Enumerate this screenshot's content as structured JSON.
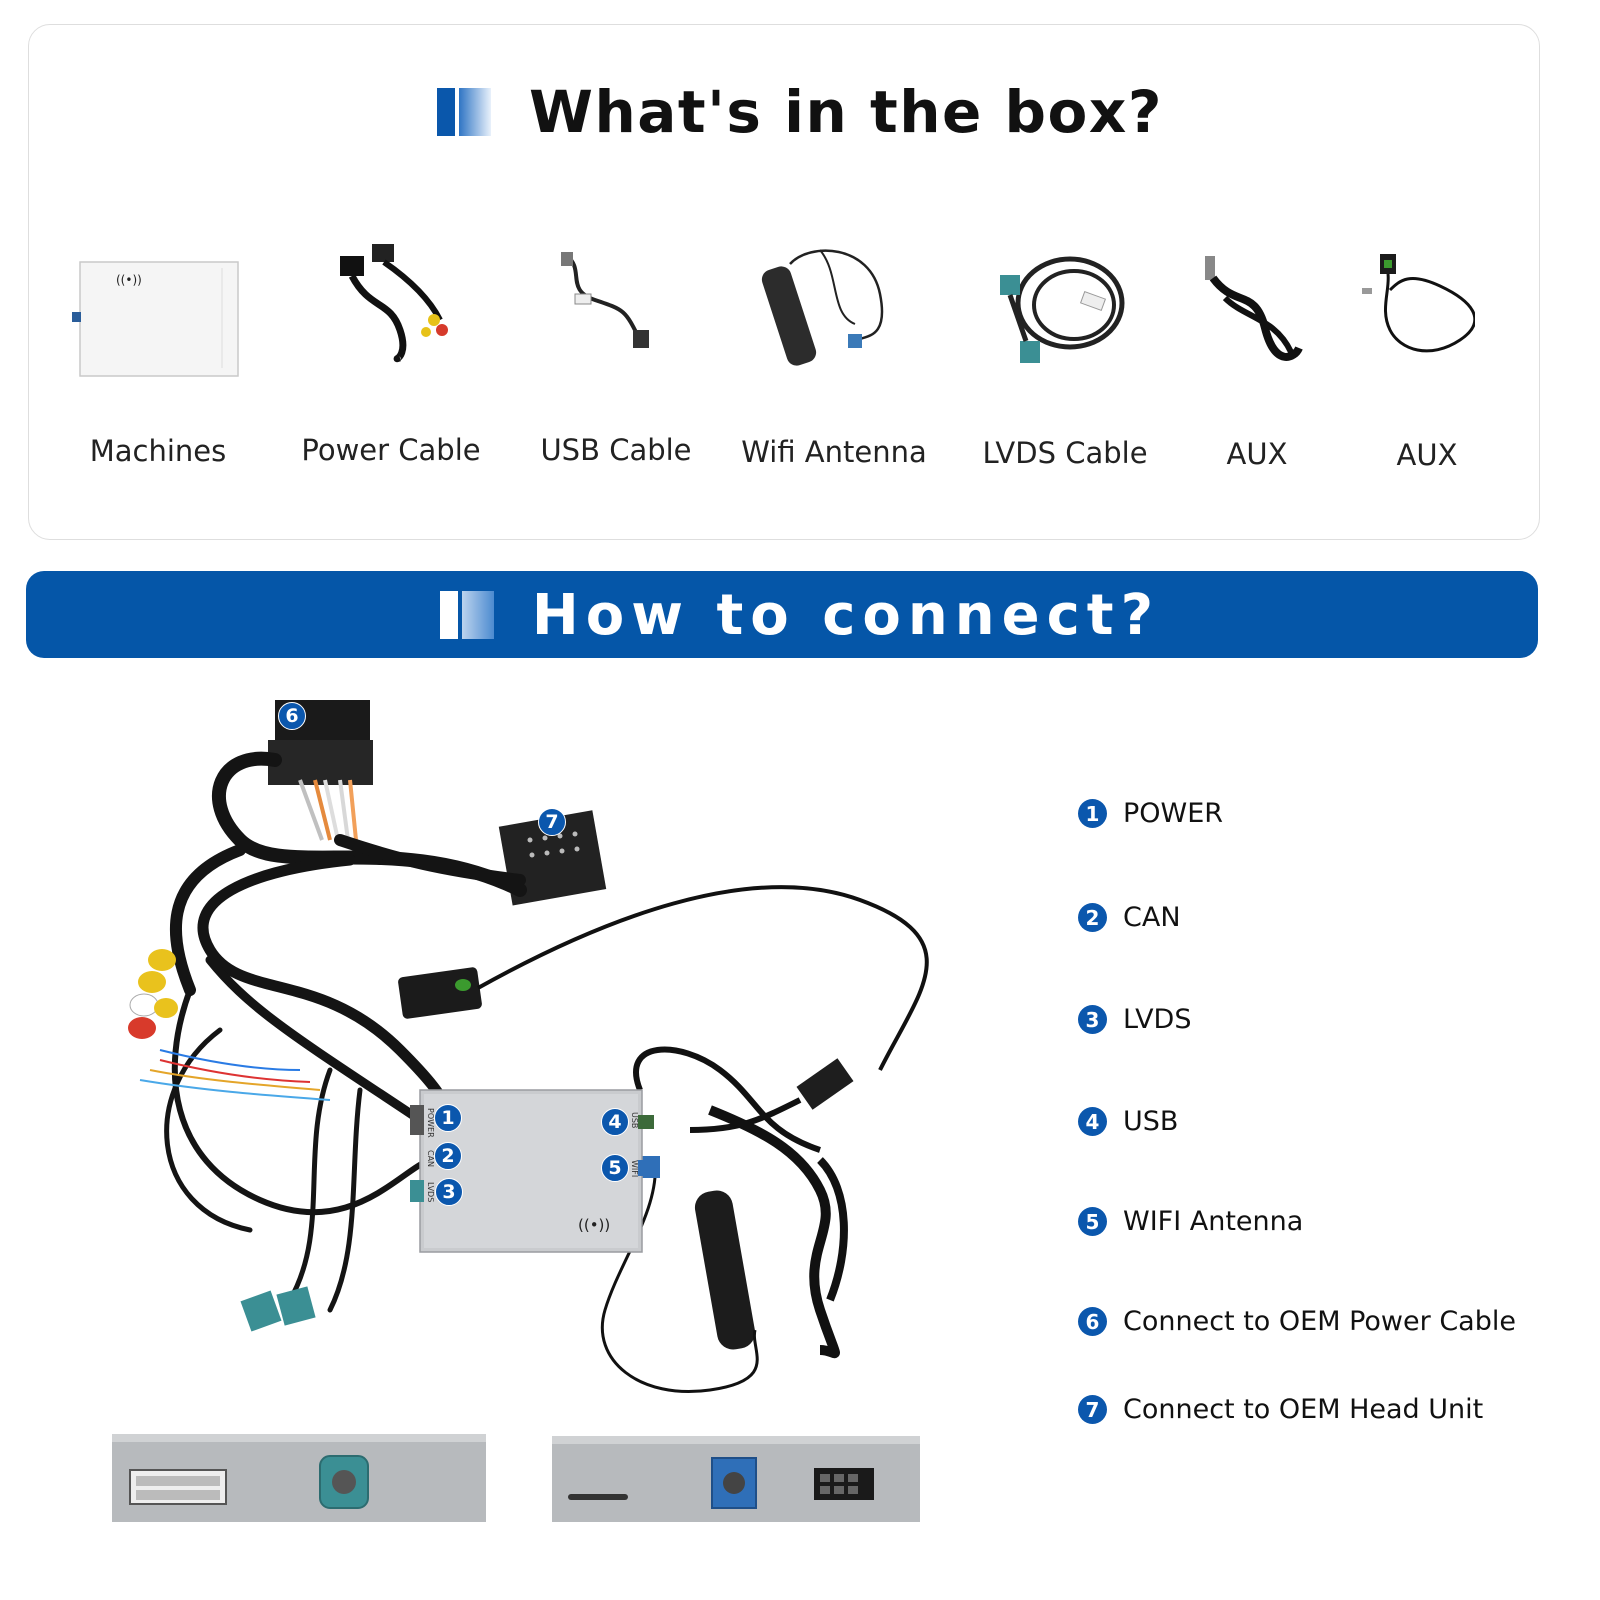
{
  "box_section": {
    "title": "What's in the box?",
    "items": [
      {
        "label": "Machines"
      },
      {
        "label": "Power Cable"
      },
      {
        "label": "USB Cable"
      },
      {
        "label": "Wifi Antenna"
      },
      {
        "label": "LVDS Cable"
      },
      {
        "label": "AUX"
      },
      {
        "label": "AUX"
      }
    ]
  },
  "connect_section": {
    "title": "How to connect?",
    "legend": [
      {
        "num": "1",
        "text": "POWER"
      },
      {
        "num": "2",
        "text": "CAN"
      },
      {
        "num": "3",
        "text": "LVDS"
      },
      {
        "num": "4",
        "text": "USB"
      },
      {
        "num": "5",
        "text": "WIFI Antenna"
      },
      {
        "num": "6",
        "text": "Connect to OEM Power Cable"
      },
      {
        "num": "7",
        "text": "Connect to OEM Head Unit"
      }
    ],
    "port_labels": {
      "power": "POWER",
      "can": "CAN",
      "lvds": "LVDS",
      "usb": "USB",
      "wifi": "WIFI"
    }
  },
  "colors": {
    "brand_blue": "#0556a8",
    "badge_blue": "#0b57ad",
    "fakra_teal": "#3b8f94"
  }
}
